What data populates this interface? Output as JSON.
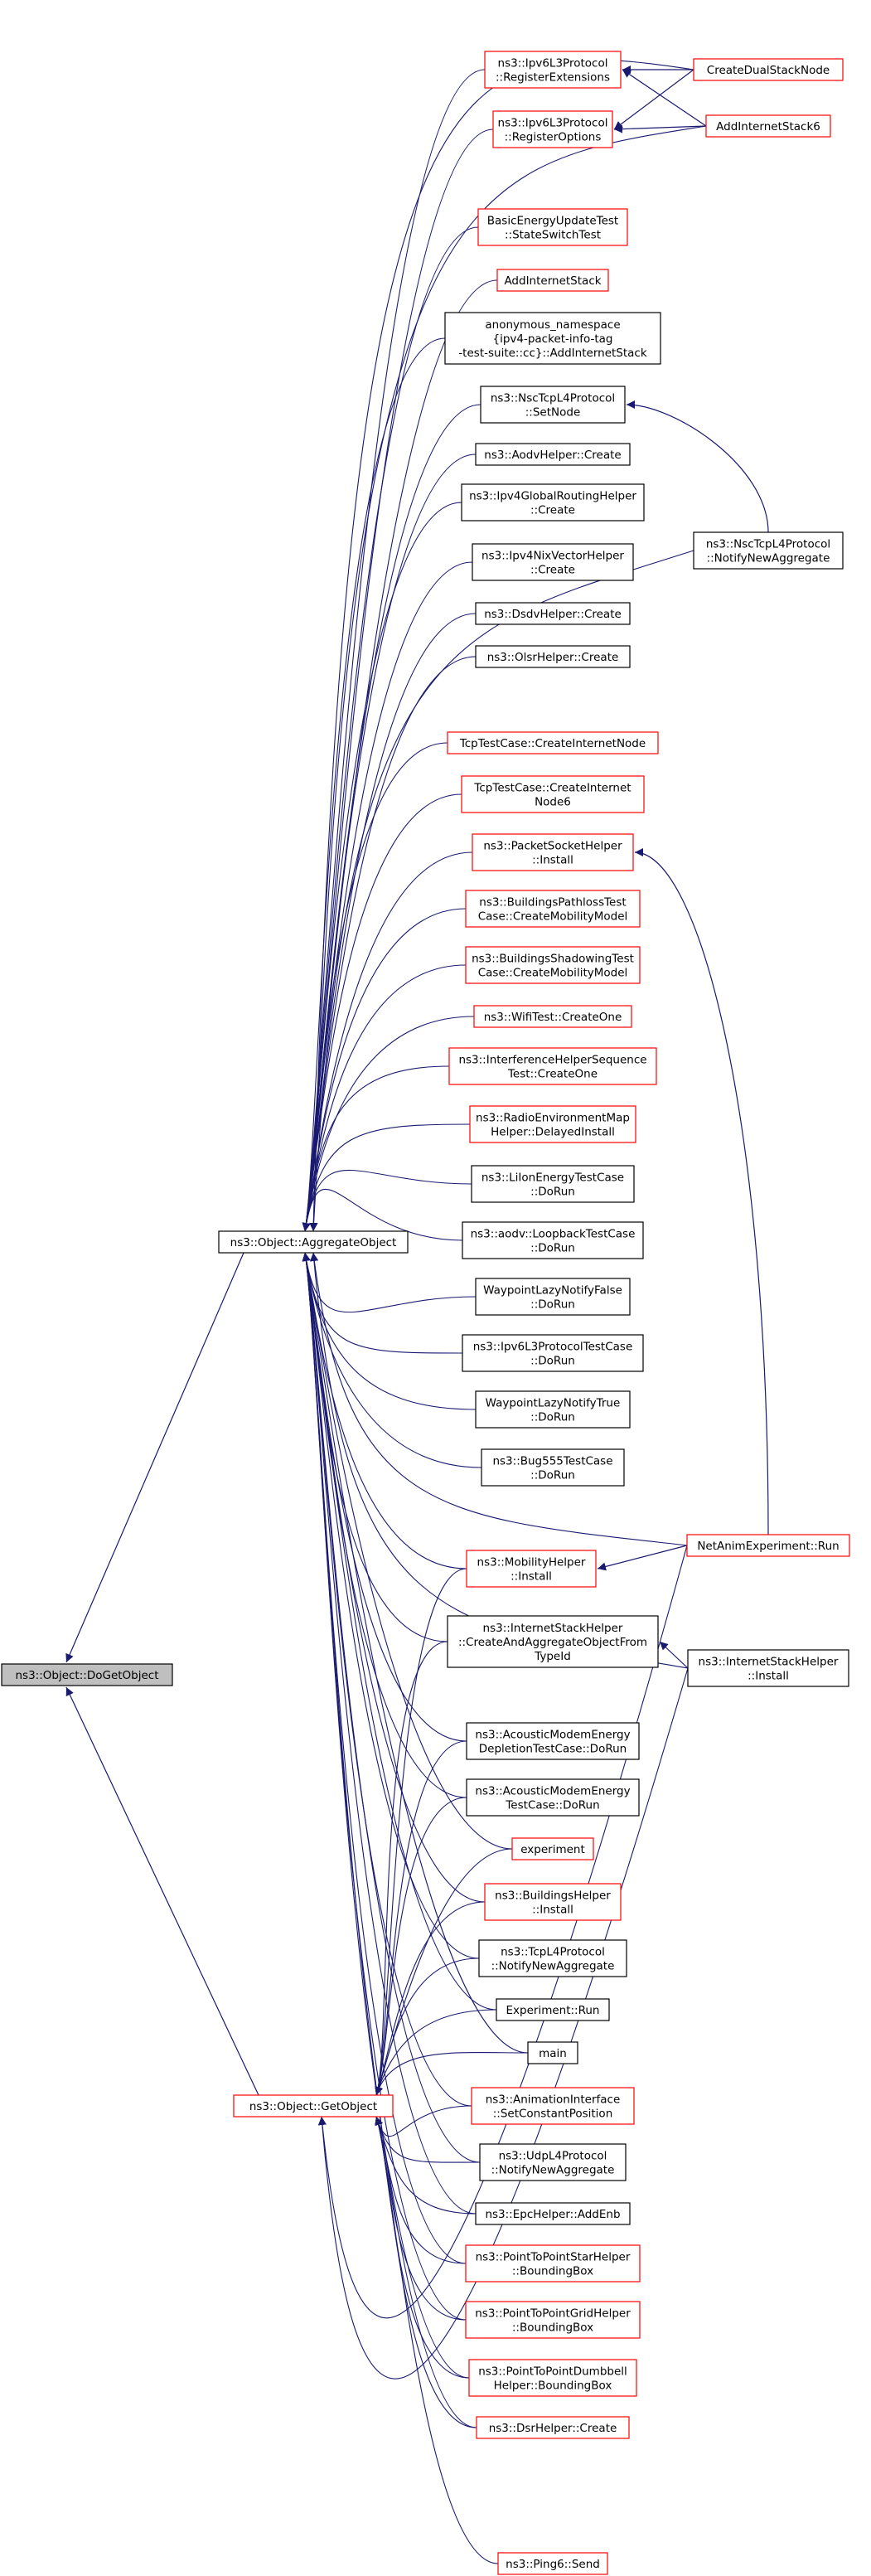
{
  "colors": {
    "edge": "#191970",
    "box_fill": "#ffffff",
    "focus_fill": "#bfbfbf",
    "node_black": "#000000",
    "node_red": "#ff0000"
  },
  "focus": {
    "id": "doget",
    "lines": [
      "ns3::Object::DoGetObject"
    ]
  },
  "hubs": [
    {
      "id": "agg",
      "lines": [
        "ns3::Object::AggregateObject"
      ],
      "color": "black"
    },
    {
      "id": "getobj",
      "lines": [
        "ns3::Object::GetObject"
      ],
      "color": "red"
    }
  ],
  "callers": [
    {
      "id": "ipv6ext",
      "lines": [
        "ns3::Ipv6L3Protocol",
        "::RegisterExtensions"
      ],
      "color": "red"
    },
    {
      "id": "ipv6opt",
      "lines": [
        "ns3::Ipv6L3Protocol",
        "::RegisterOptions"
      ],
      "color": "red"
    },
    {
      "id": "beut",
      "lines": [
        "BasicEnergyUpdateTest",
        "::StateSwitchTest"
      ],
      "color": "red"
    },
    {
      "id": "addis",
      "lines": [
        "AddInternetStack"
      ],
      "color": "red"
    },
    {
      "id": "anon",
      "lines": [
        "anonymous_namespace",
        "{ipv4-packet-info-tag",
        "-test-suite::cc}::AddInternetStack"
      ],
      "color": "black"
    },
    {
      "id": "nsctcp",
      "lines": [
        "ns3::NscTcpL4Protocol",
        "::SetNode"
      ],
      "color": "black"
    },
    {
      "id": "aodv",
      "lines": [
        "ns3::AodvHelper::Create"
      ],
      "color": "black"
    },
    {
      "id": "ipv4glob",
      "lines": [
        "ns3::Ipv4GlobalRoutingHelper",
        "::Create"
      ],
      "color": "black"
    },
    {
      "id": "ipv4nix",
      "lines": [
        "ns3::Ipv4NixVectorHelper",
        "::Create"
      ],
      "color": "black"
    },
    {
      "id": "dsdv",
      "lines": [
        "ns3::DsdvHelper::Create"
      ],
      "color": "black"
    },
    {
      "id": "olsr",
      "lines": [
        "ns3::OlsrHelper::Create"
      ],
      "color": "black"
    },
    {
      "id": "tcpnode",
      "lines": [
        "TcpTestCase::CreateInternetNode"
      ],
      "color": "red"
    },
    {
      "id": "tcpnode6",
      "lines": [
        "TcpTestCase::CreateInternet",
        "Node6"
      ],
      "color": "red"
    },
    {
      "id": "pktsock",
      "lines": [
        "ns3::PacketSocketHelper",
        "::Install"
      ],
      "color": "red"
    },
    {
      "id": "bldpath",
      "lines": [
        "ns3::BuildingsPathlossTest",
        "Case::CreateMobilityModel"
      ],
      "color": "red"
    },
    {
      "id": "bldshad",
      "lines": [
        "ns3::BuildingsShadowingTest",
        "Case::CreateMobilityModel"
      ],
      "color": "red"
    },
    {
      "id": "wifitest",
      "lines": [
        "ns3::WifiTest::CreateOne"
      ],
      "color": "red"
    },
    {
      "id": "interf",
      "lines": [
        "ns3::InterferenceHelperSequence",
        "Test::CreateOne"
      ],
      "color": "red"
    },
    {
      "id": "rem",
      "lines": [
        "ns3::RadioEnvironmentMap",
        "Helper::DelayedInstall"
      ],
      "color": "red"
    },
    {
      "id": "liion",
      "lines": [
        "ns3::LiIonEnergyTestCase",
        "::DoRun"
      ],
      "color": "black"
    },
    {
      "id": "aodvloop",
      "lines": [
        "ns3::aodv::LoopbackTestCase",
        "::DoRun"
      ],
      "color": "black"
    },
    {
      "id": "wlnf",
      "lines": [
        "WaypointLazyNotifyFalse",
        "::DoRun"
      ],
      "color": "black"
    },
    {
      "id": "ipv6tc",
      "lines": [
        "ns3::Ipv6L3ProtocolTestCase",
        "::DoRun"
      ],
      "color": "black"
    },
    {
      "id": "wlnt",
      "lines": [
        "WaypointLazyNotifyTrue",
        "::DoRun"
      ],
      "color": "black"
    },
    {
      "id": "bug555",
      "lines": [
        "ns3::Bug555TestCase",
        "::DoRun"
      ],
      "color": "black"
    },
    {
      "id": "mobinst",
      "lines": [
        "ns3::MobilityHelper",
        "::Install"
      ],
      "color": "red"
    },
    {
      "id": "ishcreate",
      "lines": [
        "ns3::InternetStackHelper",
        "::CreateAndAggregateObjectFrom",
        "TypeId"
      ],
      "color": "black"
    },
    {
      "id": "amedep",
      "lines": [
        "ns3::AcousticModemEnergy",
        "DepletionTestCase::DoRun"
      ],
      "color": "black"
    },
    {
      "id": "amet",
      "lines": [
        "ns3::AcousticModemEnergy",
        "TestCase::DoRun"
      ],
      "color": "black"
    },
    {
      "id": "experiment",
      "lines": [
        "experiment"
      ],
      "color": "red"
    },
    {
      "id": "bldinst",
      "lines": [
        "ns3::BuildingsHelper",
        "::Install"
      ],
      "color": "red"
    },
    {
      "id": "tcpl4",
      "lines": [
        "ns3::TcpL4Protocol",
        "::NotifyNewAggregate"
      ],
      "color": "black"
    },
    {
      "id": "exprun",
      "lines": [
        "Experiment::Run"
      ],
      "color": "black"
    },
    {
      "id": "main",
      "lines": [
        "main"
      ],
      "color": "black"
    },
    {
      "id": "animscp",
      "lines": [
        "ns3::AnimationInterface",
        "::SetConstantPosition"
      ],
      "color": "red"
    },
    {
      "id": "udpl4",
      "lines": [
        "ns3::UdpL4Protocol",
        "::NotifyNewAggregate"
      ],
      "color": "black"
    },
    {
      "id": "epc",
      "lines": [
        "ns3::EpcHelper::AddEnb"
      ],
      "color": "black"
    },
    {
      "id": "p2pstar",
      "lines": [
        "ns3::PointToPointStarHelper",
        "::BoundingBox"
      ],
      "color": "red"
    },
    {
      "id": "p2pgrid",
      "lines": [
        "ns3::PointToPointGridHelper",
        "::BoundingBox"
      ],
      "color": "red"
    },
    {
      "id": "p2pdumb",
      "lines": [
        "ns3::PointToPointDumbbell",
        "Helper::BoundingBox"
      ],
      "color": "red"
    },
    {
      "id": "dsr",
      "lines": [
        "ns3::DsrHelper::Create"
      ],
      "color": "red"
    },
    {
      "id": "ping6",
      "lines": [
        "ns3::Ping6::Send"
      ],
      "color": "red"
    }
  ],
  "outer": [
    {
      "id": "cds",
      "lines": [
        "CreateDualStackNode"
      ],
      "color": "red"
    },
    {
      "id": "ais6",
      "lines": [
        "AddInternetStack6"
      ],
      "color": "red"
    },
    {
      "id": "nscnotify",
      "lines": [
        "ns3::NscTcpL4Protocol",
        "::NotifyNewAggregate"
      ],
      "color": "black"
    },
    {
      "id": "netanim",
      "lines": [
        "NetAnimExperiment::Run"
      ],
      "color": "red"
    },
    {
      "id": "ishinst",
      "lines": [
        "ns3::InternetStackHelper",
        "::Install"
      ],
      "color": "black"
    }
  ]
}
